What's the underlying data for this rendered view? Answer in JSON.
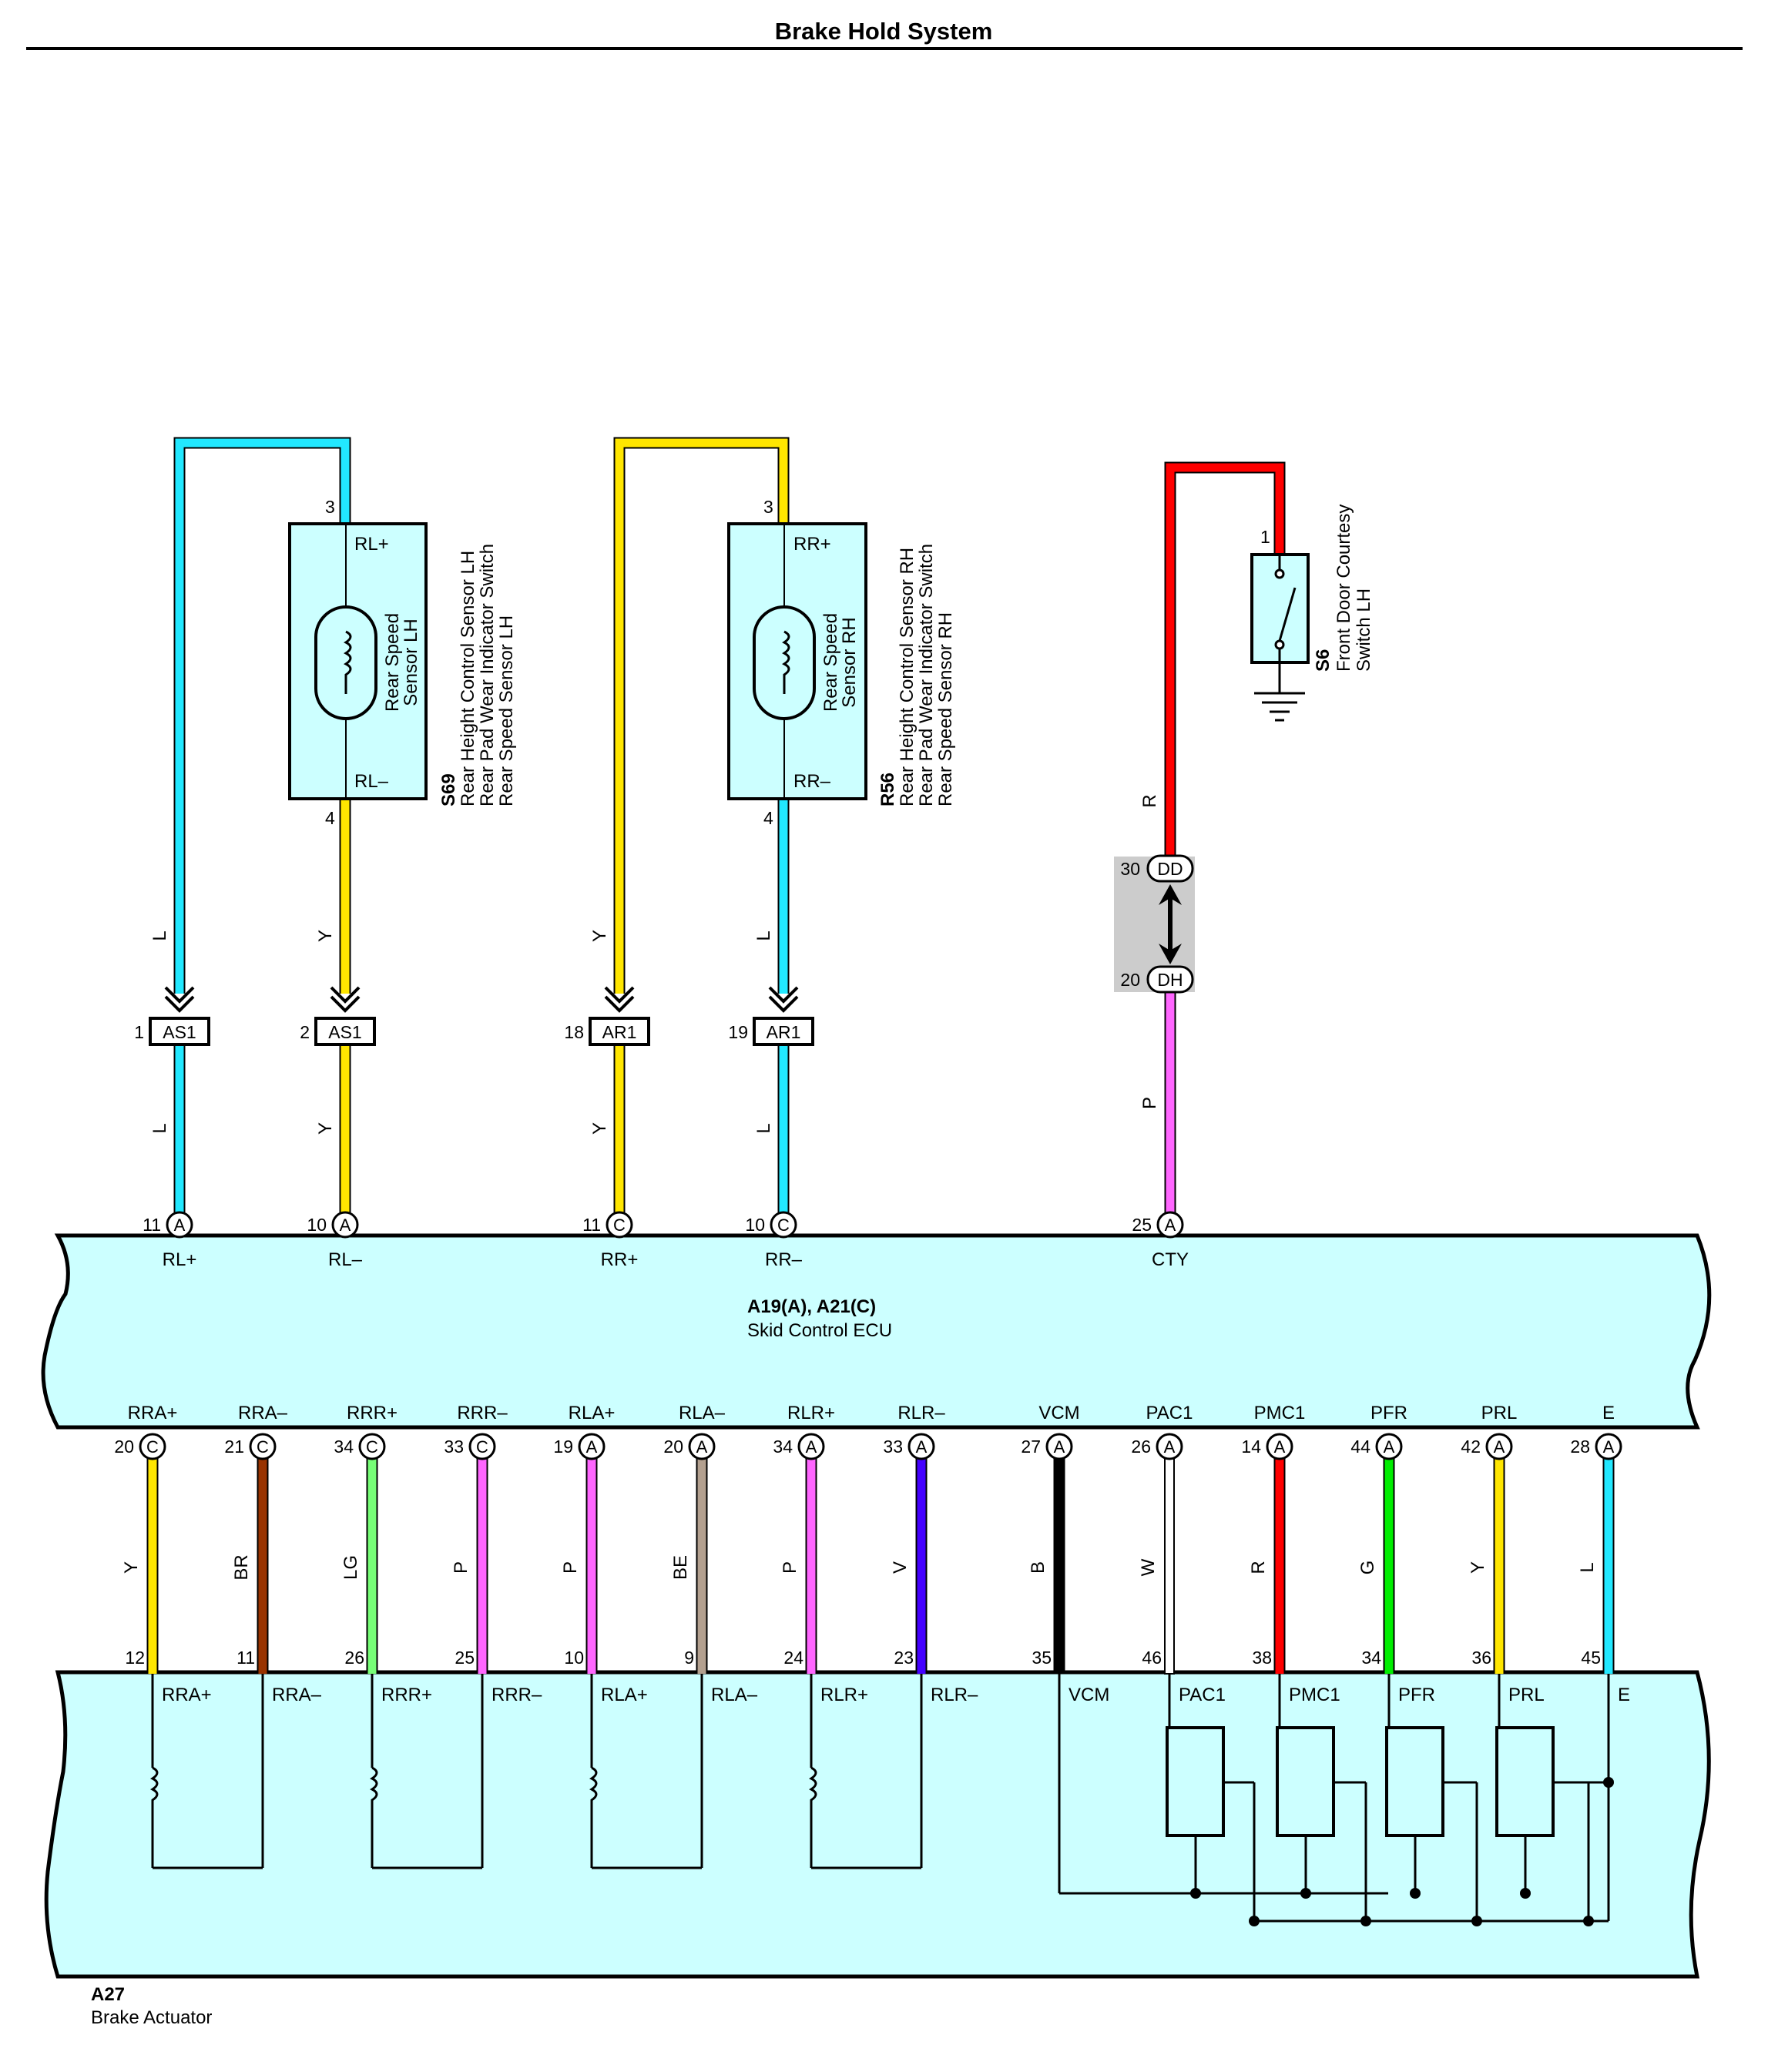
{
  "title": "Brake Hold System",
  "ecu": {
    "code": "A19(A), A21(C)",
    "name": "Skid Control ECU"
  },
  "actuator": {
    "code": "A27",
    "name": "Brake Actuator"
  },
  "sensor_lh": {
    "code": "S69",
    "lines": [
      "Rear Height Control Sensor LH",
      "Rear Pad Wear Indicator Switch",
      "Rear Speed Sensor LH"
    ],
    "inner": [
      "Rear Speed",
      "Sensor LH"
    ],
    "pin_top": "RL+",
    "pin_bottom": "RL–",
    "pin_top_num": "3",
    "pin_bottom_num": "4"
  },
  "sensor_rh": {
    "code": "R56",
    "lines": [
      "Rear Height Control Sensor RH",
      "Rear Pad Wear Indicator Switch",
      "Rear Speed Sensor RH"
    ],
    "inner": [
      "Rear Speed",
      "Sensor RH"
    ],
    "pin_top": "RR+",
    "pin_bottom": "RR–",
    "pin_top_num": "3",
    "pin_bottom_num": "4"
  },
  "door_switch": {
    "code": "S6",
    "lines": [
      "Front Door Courtesy",
      "Switch LH"
    ],
    "pin": "1"
  },
  "junction": {
    "top_pin": "30",
    "top_label": "DD",
    "bottom_pin": "20",
    "bottom_label": "DH"
  },
  "colors": {
    "L": "#22e8ff",
    "Y": "#ffe600",
    "R": "#ff0000",
    "P": "#ff66ff",
    "BR": "#993300",
    "LG": "#77ff77",
    "BE": "#b3a08f",
    "V": "#4400ff",
    "B": "#000000",
    "W": "#ffffff",
    "G": "#00ee00",
    "box": "#ccffff",
    "gray": "#cccccc"
  },
  "upper_wires": [
    {
      "color": "L",
      "up_label": "L",
      "low_label": "L",
      "conn": "AS1",
      "conn_pin": "1",
      "ecu_pin": "11",
      "ecu_conn": "A",
      "ecu_label": "RL+"
    },
    {
      "color": "Y",
      "up_label": "Y",
      "low_label": "Y",
      "conn": "AS1",
      "conn_pin": "2",
      "ecu_pin": "10",
      "ecu_conn": "A",
      "ecu_label": "RL–"
    },
    {
      "color": "Y",
      "up_label": "Y",
      "low_label": "Y",
      "conn": "AR1",
      "conn_pin": "18",
      "ecu_pin": "11",
      "ecu_conn": "C",
      "ecu_label": "RR+"
    },
    {
      "color": "L",
      "up_label": "L",
      "low_label": "L",
      "conn": "AR1",
      "conn_pin": "19",
      "ecu_pin": "10",
      "ecu_conn": "C",
      "ecu_label": "RR–"
    }
  ],
  "cty_wire": {
    "up_label": "R",
    "low_label": "P",
    "ecu_pin": "25",
    "ecu_conn": "A",
    "ecu_label": "CTY"
  },
  "lower_wires": [
    {
      "ecu_label": "RRA+",
      "ecu_pin": "20",
      "ecu_conn": "C",
      "color": "Y",
      "act_pin": "12",
      "act_label": "RRA+"
    },
    {
      "ecu_label": "RRA–",
      "ecu_pin": "21",
      "ecu_conn": "C",
      "color": "BR",
      "act_pin": "11",
      "act_label": "RRA–"
    },
    {
      "ecu_label": "RRR+",
      "ecu_pin": "34",
      "ecu_conn": "C",
      "color": "LG",
      "act_pin": "26",
      "act_label": "RRR+"
    },
    {
      "ecu_label": "RRR–",
      "ecu_pin": "33",
      "ecu_conn": "C",
      "color": "P",
      "act_pin": "25",
      "act_label": "RRR–"
    },
    {
      "ecu_label": "RLA+",
      "ecu_pin": "19",
      "ecu_conn": "A",
      "color": "P",
      "act_pin": "10",
      "act_label": "RLA+"
    },
    {
      "ecu_label": "RLA–",
      "ecu_pin": "20",
      "ecu_conn": "A",
      "color": "BE",
      "act_pin": "9",
      "act_label": "RLA–"
    },
    {
      "ecu_label": "RLR+",
      "ecu_pin": "34",
      "ecu_conn": "A",
      "color": "P",
      "act_pin": "24",
      "act_label": "RLR+"
    },
    {
      "ecu_label": "RLR–",
      "ecu_pin": "33",
      "ecu_conn": "A",
      "color": "V",
      "act_pin": "23",
      "act_label": "RLR–"
    },
    {
      "ecu_label": "VCM",
      "ecu_pin": "27",
      "ecu_conn": "A",
      "color": "B",
      "act_pin": "35",
      "act_label": "VCM"
    },
    {
      "ecu_label": "PAC1",
      "ecu_pin": "26",
      "ecu_conn": "A",
      "color": "W",
      "act_pin": "46",
      "act_label": "PAC1"
    },
    {
      "ecu_label": "PMC1",
      "ecu_pin": "14",
      "ecu_conn": "A",
      "color": "R",
      "act_pin": "38",
      "act_label": "PMC1"
    },
    {
      "ecu_label": "PFR",
      "ecu_pin": "44",
      "ecu_conn": "A",
      "color": "G",
      "act_pin": "34",
      "act_label": "PFR"
    },
    {
      "ecu_label": "PRL",
      "ecu_pin": "42",
      "ecu_conn": "A",
      "color": "Y",
      "act_pin": "36",
      "act_label": "PRL"
    },
    {
      "ecu_label": "E",
      "ecu_pin": "28",
      "ecu_conn": "A",
      "color": "L",
      "act_pin": "45",
      "act_label": "E"
    }
  ]
}
